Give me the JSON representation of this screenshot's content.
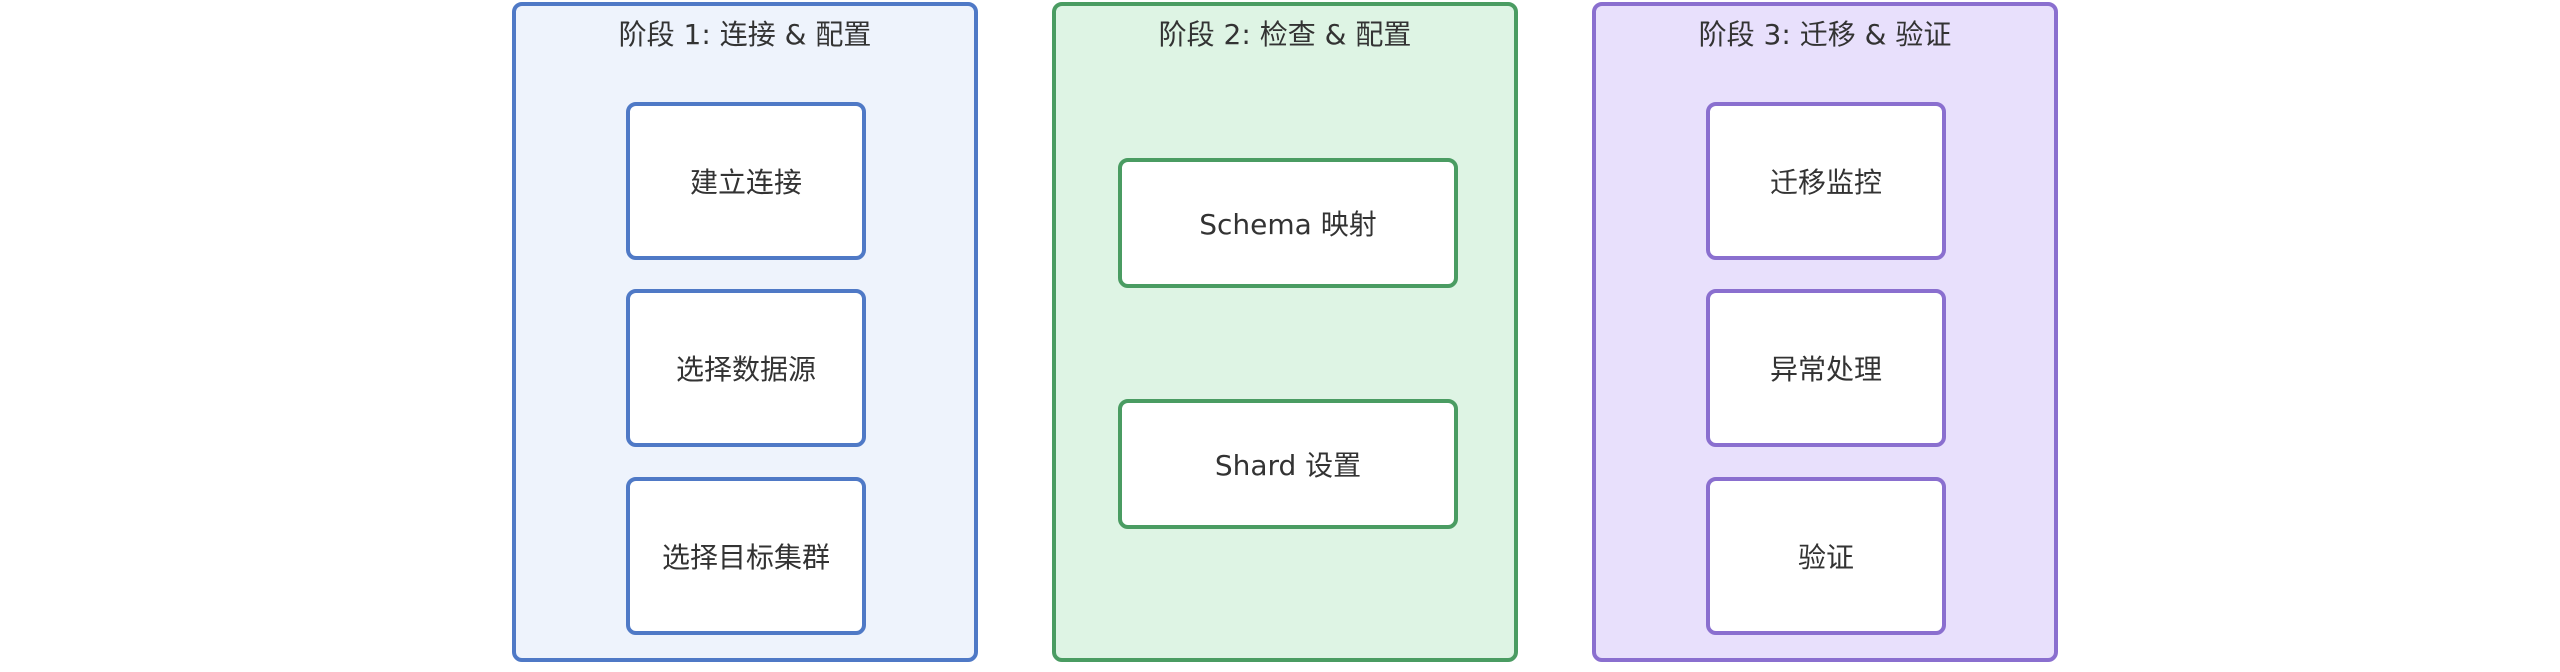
{
  "stages": [
    {
      "title": "阶段 1: 连接 & 配置",
      "steps": [
        "建立连接",
        "选择数据源",
        "选择目标集群"
      ]
    },
    {
      "title": "阶段 2: 检查 & 配置",
      "steps": [
        "Schema 映射",
        "Shard 设置"
      ]
    },
    {
      "title": "阶段 3: 迁移 & 验证",
      "steps": [
        "迁移监控",
        "异常处理",
        "验证"
      ]
    }
  ],
  "colors": {
    "stage1_fill": "#eef3fc",
    "stage1_border": "#4f79c6",
    "stage2_fill": "#def4e4",
    "stage2_border": "#4a9c62",
    "stage3_fill": "#e8e0fc",
    "stage3_border": "#8a6fcf"
  }
}
